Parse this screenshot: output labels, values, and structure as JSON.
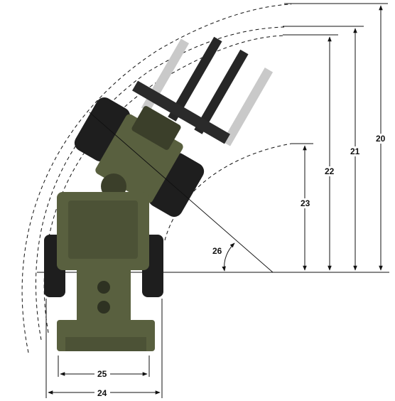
{
  "colors": {
    "body_olive": "#59603f",
    "body_dark": "#3b3f2a",
    "tire": "#1e1e1e",
    "fork_dark": "#262626",
    "fork_light": "#c9c9c9",
    "line": "#111111"
  },
  "dimensions": {
    "d20": "20",
    "d21": "21",
    "d22": "22",
    "d23": "23",
    "d24": "24",
    "d25": "25",
    "d26": "26"
  }
}
